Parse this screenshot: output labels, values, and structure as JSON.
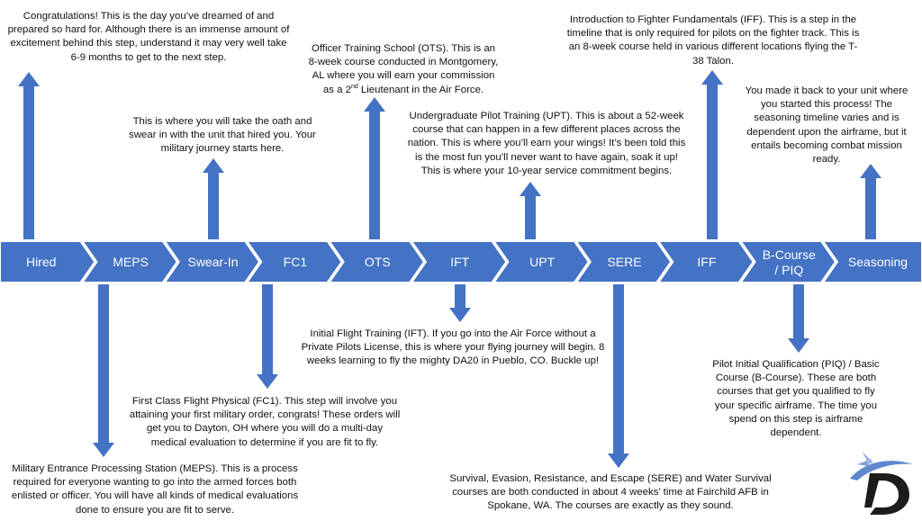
{
  "accent_color": "#4472C4",
  "timeline": {
    "steps": [
      {
        "label": "Hired"
      },
      {
        "label": "MEPS"
      },
      {
        "label": "Swear-In"
      },
      {
        "label": "FC1"
      },
      {
        "label": "OTS"
      },
      {
        "label": "IFT"
      },
      {
        "label": "UPT"
      },
      {
        "label": "SERE"
      },
      {
        "label": "IFF"
      },
      {
        "label": "B-Course",
        "label2": "/ PIQ"
      },
      {
        "label": "Seasoning"
      }
    ]
  },
  "notes": {
    "hired": "Congratulations! This is the day you’ve dreamed of and prepared so hard for. Although there is an immense amount of excitement behind this step, understand it may very well take 6-9 months to get to the next step.",
    "swear_in": "This is where you will take the oath and swear in with the unit that hired you. Your military journey starts here.",
    "ots": "Officer Training School (OTS). This is an 8-week course conducted in Montgomery, AL where you will earn your commission as a",
    "ots_rank_prefix": "2",
    "ots_rank_sup": "nd",
    "ots_rank_suffix": " Lieutenant in the Air Force.",
    "upt": "Undergraduate Pilot Training (UPT). This is about a 52-week course that can happen in a few different places across the nation. This is where you’ll earn your wings! It’s been told this is the most fun you’ll never want to have again, soak it up! This is where your 10-year service commitment begins.",
    "iff": "Introduction to Fighter Fundamentals (IFF). This is a step in the timeline that is only required for pilots on the fighter track. This is an 8-week course held in various different locations flying the T-38 Talon.",
    "seasoning": "You made it back to your unit where you started this process! The seasoning timeline varies and is dependent upon the airframe, but it entails becoming combat mission ready.",
    "meps": "Military Entrance Processing Station (MEPS). This is a process required for everyone wanting to go into the armed forces both enlisted or officer. You will have all kinds of medical evaluations done to ensure you are fit to serve.",
    "fc1": "First Class Flight Physical (FC1). This step will involve you attaining your first military order, congrats! These orders will get you to Dayton, OH where you will do a multi-day medical evaluation to determine if you are fit to fly.",
    "ift": "Initial Flight Training (IFT). If you go into the Air Force without a Private Pilots License, this is where your flying journey will begin. 8 weeks learning to fly the mighty DA20 in Pueblo, CO. Buckle up!",
    "sere": "Survival, Evasion, Resistance, and Escape (SERE) and Water Survival courses are both conducted in about 4 weeks’ time at Fairchild AFB in Spokane, WA. The courses are exactly as they sound.",
    "piq": "Pilot Initial Qualification (PIQ) / Basic Course (B-Course). These are both courses that get you qualified to fly your specific airframe. The time you spend on this step is airframe dependent."
  },
  "logo": {
    "letter": "D",
    "icon": "jet-swoosh-logo"
  }
}
